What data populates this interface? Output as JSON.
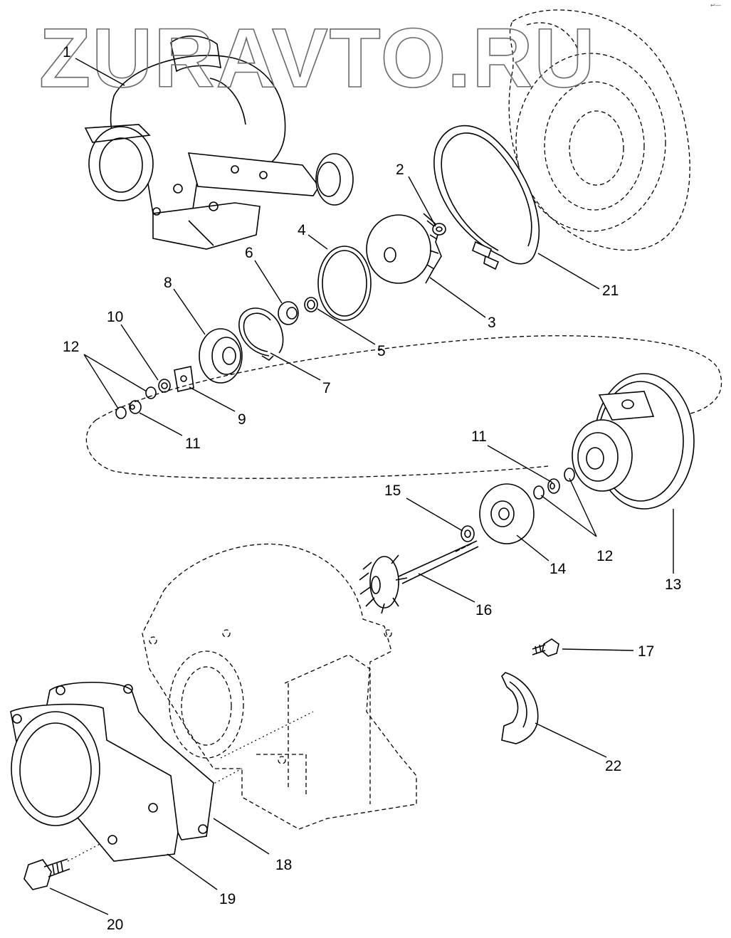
{
  "watermark": "ZURAVTO.RU",
  "corner_mark": "↩—",
  "callouts": [
    "1",
    "2",
    "3",
    "4",
    "5",
    "6",
    "7",
    "8",
    "9",
    "10",
    "11",
    "12",
    "13",
    "14",
    "15",
    "16",
    "17",
    "18",
    "19",
    "20",
    "21",
    "22"
  ],
  "second_callouts": {
    "11": "11",
    "12": "12"
  }
}
